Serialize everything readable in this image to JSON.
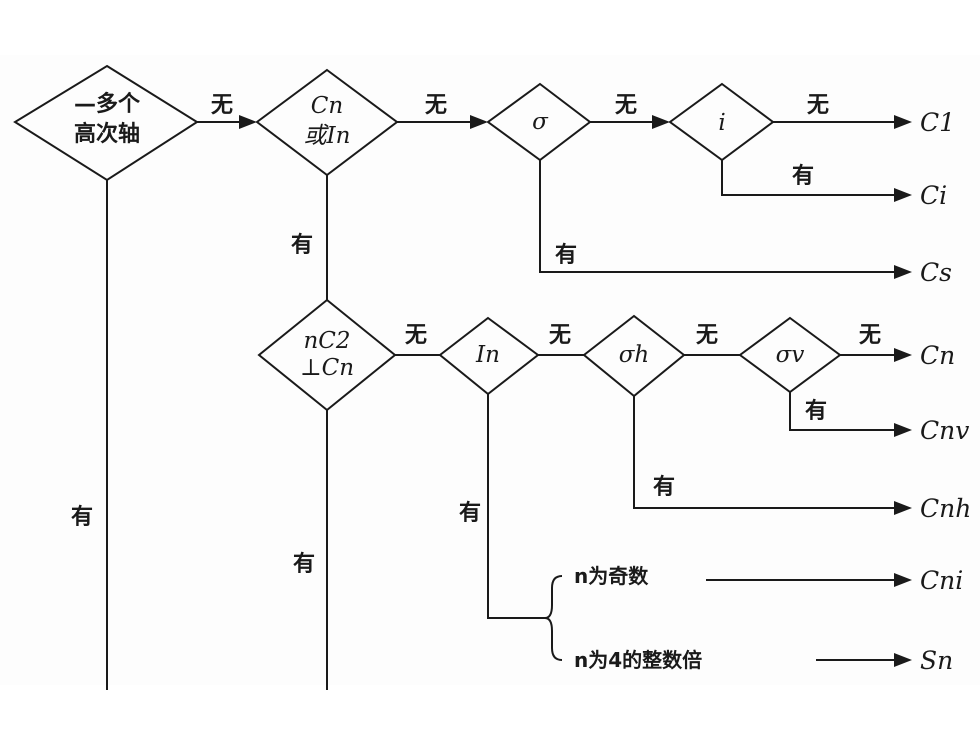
{
  "nodes": {
    "multi_axis": {
      "line1": "—多个",
      "line2": "高次轴"
    },
    "cn_or_in": {
      "line1": "Cn",
      "line2": "或In"
    },
    "sigma": {
      "label": "σ"
    },
    "inversion": {
      "label": "i"
    },
    "nc2": {
      "line1": "nC2",
      "line2": "⊥Cn"
    },
    "in2": {
      "label": "In"
    },
    "sigma_h": {
      "label": "σh"
    },
    "sigma_v": {
      "label": "σv"
    }
  },
  "edges": {
    "no": "无",
    "yes": "有"
  },
  "branches": {
    "odd": "n为奇数",
    "mult4": "n为4的整数倍"
  },
  "results": {
    "c1": "C1",
    "ci": "Ci",
    "cs": "Cs",
    "cn": "Cn",
    "cnv": "Cnv",
    "cnh": "Cnh",
    "cni": "Cni",
    "sn": "Sn"
  }
}
